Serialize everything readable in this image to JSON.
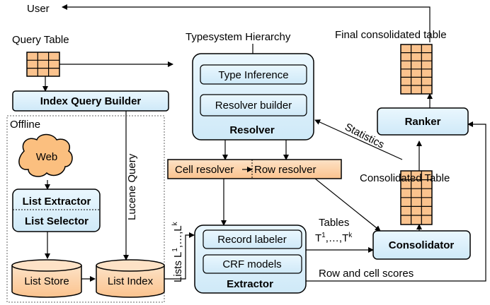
{
  "labels": {
    "user": "User",
    "query_table": "Query Table",
    "typesystem": "Typesystem Hierarchy",
    "final_table": "Final consolidated table",
    "index_query_builder": "Index Query Builder",
    "type_inference": "Type Inference",
    "resolver_builder": "Resolver builder",
    "resolver": "Resolver",
    "offline": "Offline",
    "web": "Web",
    "lucene_query": "Lucene Query",
    "statistics": "Statistics",
    "ranker": "Ranker",
    "cell_resolver": "Cell resolver",
    "row_resolver": "Row resolver",
    "consolidated_table": "Consolidated Table",
    "list_extractor": "List Extractor",
    "list_selector": "List Selector",
    "tables": "Tables",
    "tables_sub": "T",
    "tables_sup1": "1",
    "tables_mid": ",…,T",
    "tables_supk": "k",
    "record_labeler": "Record labeler",
    "consolidator": "Consolidator",
    "crf_models": "CRF models",
    "list_store": "List Store",
    "list_index": "List Index",
    "lists_vertical": "Lists L",
    "lists_sup1": "1",
    "lists_mid": ",…,L",
    "lists_supk": "k",
    "extractor": "Extractor",
    "row_cell_scores": "Row and cell scores"
  },
  "colors": {
    "blue_fill": "#d9f0fc",
    "orange_fill": "#fdd2aa",
    "stroke": "#000000"
  }
}
